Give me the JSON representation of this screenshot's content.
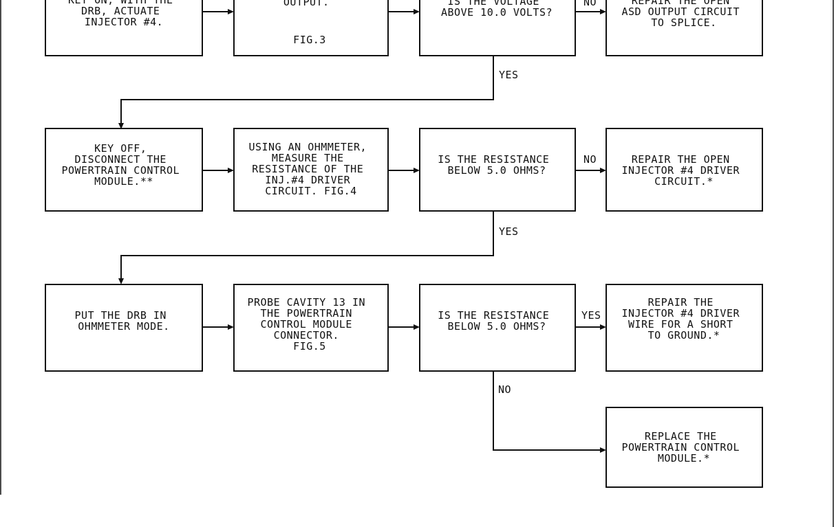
{
  "flowchart": {
    "row1": {
      "step_lines": [
        "KEY ON, WITH THE",
        "DRB, ACTUATE",
        "INJECTOR #4."
      ],
      "output_lines": [
        "OUTPUT.",
        "",
        "",
        "FIG.3"
      ],
      "question_lines": [
        "IS THE VOLTAGE",
        "ABOVE 10.0 VOLTS?"
      ],
      "no_label": "NO",
      "repair_lines": [
        "REPAIR THE OPEN",
        "ASD OUTPUT CIRCUIT",
        "TO SPLICE."
      ],
      "yes_label": "YES"
    },
    "row2": {
      "step_lines": [
        "KEY OFF,",
        "DISCONNECT THE",
        "POWERTRAIN CONTROL",
        "MODULE.**"
      ],
      "measure_lines": [
        "USING AN OHMMETER,",
        "MEASURE THE",
        "RESISTANCE OF THE",
        "INJ.#4 DRIVER",
        "CIRCUIT. FIG.4"
      ],
      "question_lines": [
        "IS THE RESISTANCE",
        "BELOW 5.0 OHMS?"
      ],
      "no_label": "NO",
      "repair_lines": [
        "REPAIR THE OPEN",
        "INJECTOR #4 DRIVER",
        "CIRCUIT.*"
      ],
      "yes_label": "YES"
    },
    "row3": {
      "step_lines": [
        "PUT THE DRB IN",
        "OHMMETER MODE."
      ],
      "probe_lines": [
        "PROBE CAVITY 13 IN",
        "THE POWERTRAIN",
        "CONTROL MODULE",
        "CONNECTOR.",
        "FIG.5"
      ],
      "question_lines": [
        "IS THE RESISTANCE",
        "BELOW 5.0 OHMS?"
      ],
      "yes_label": "YES",
      "repair_lines": [
        "REPAIR THE",
        "INJECTOR #4 DRIVER",
        "WIRE FOR A SHORT",
        "TO GROUND.*"
      ],
      "no_label": "NO"
    },
    "final": {
      "replace_lines": [
        "REPLACE THE",
        "POWERTRAIN CONTROL",
        "MODULE.*"
      ]
    }
  }
}
